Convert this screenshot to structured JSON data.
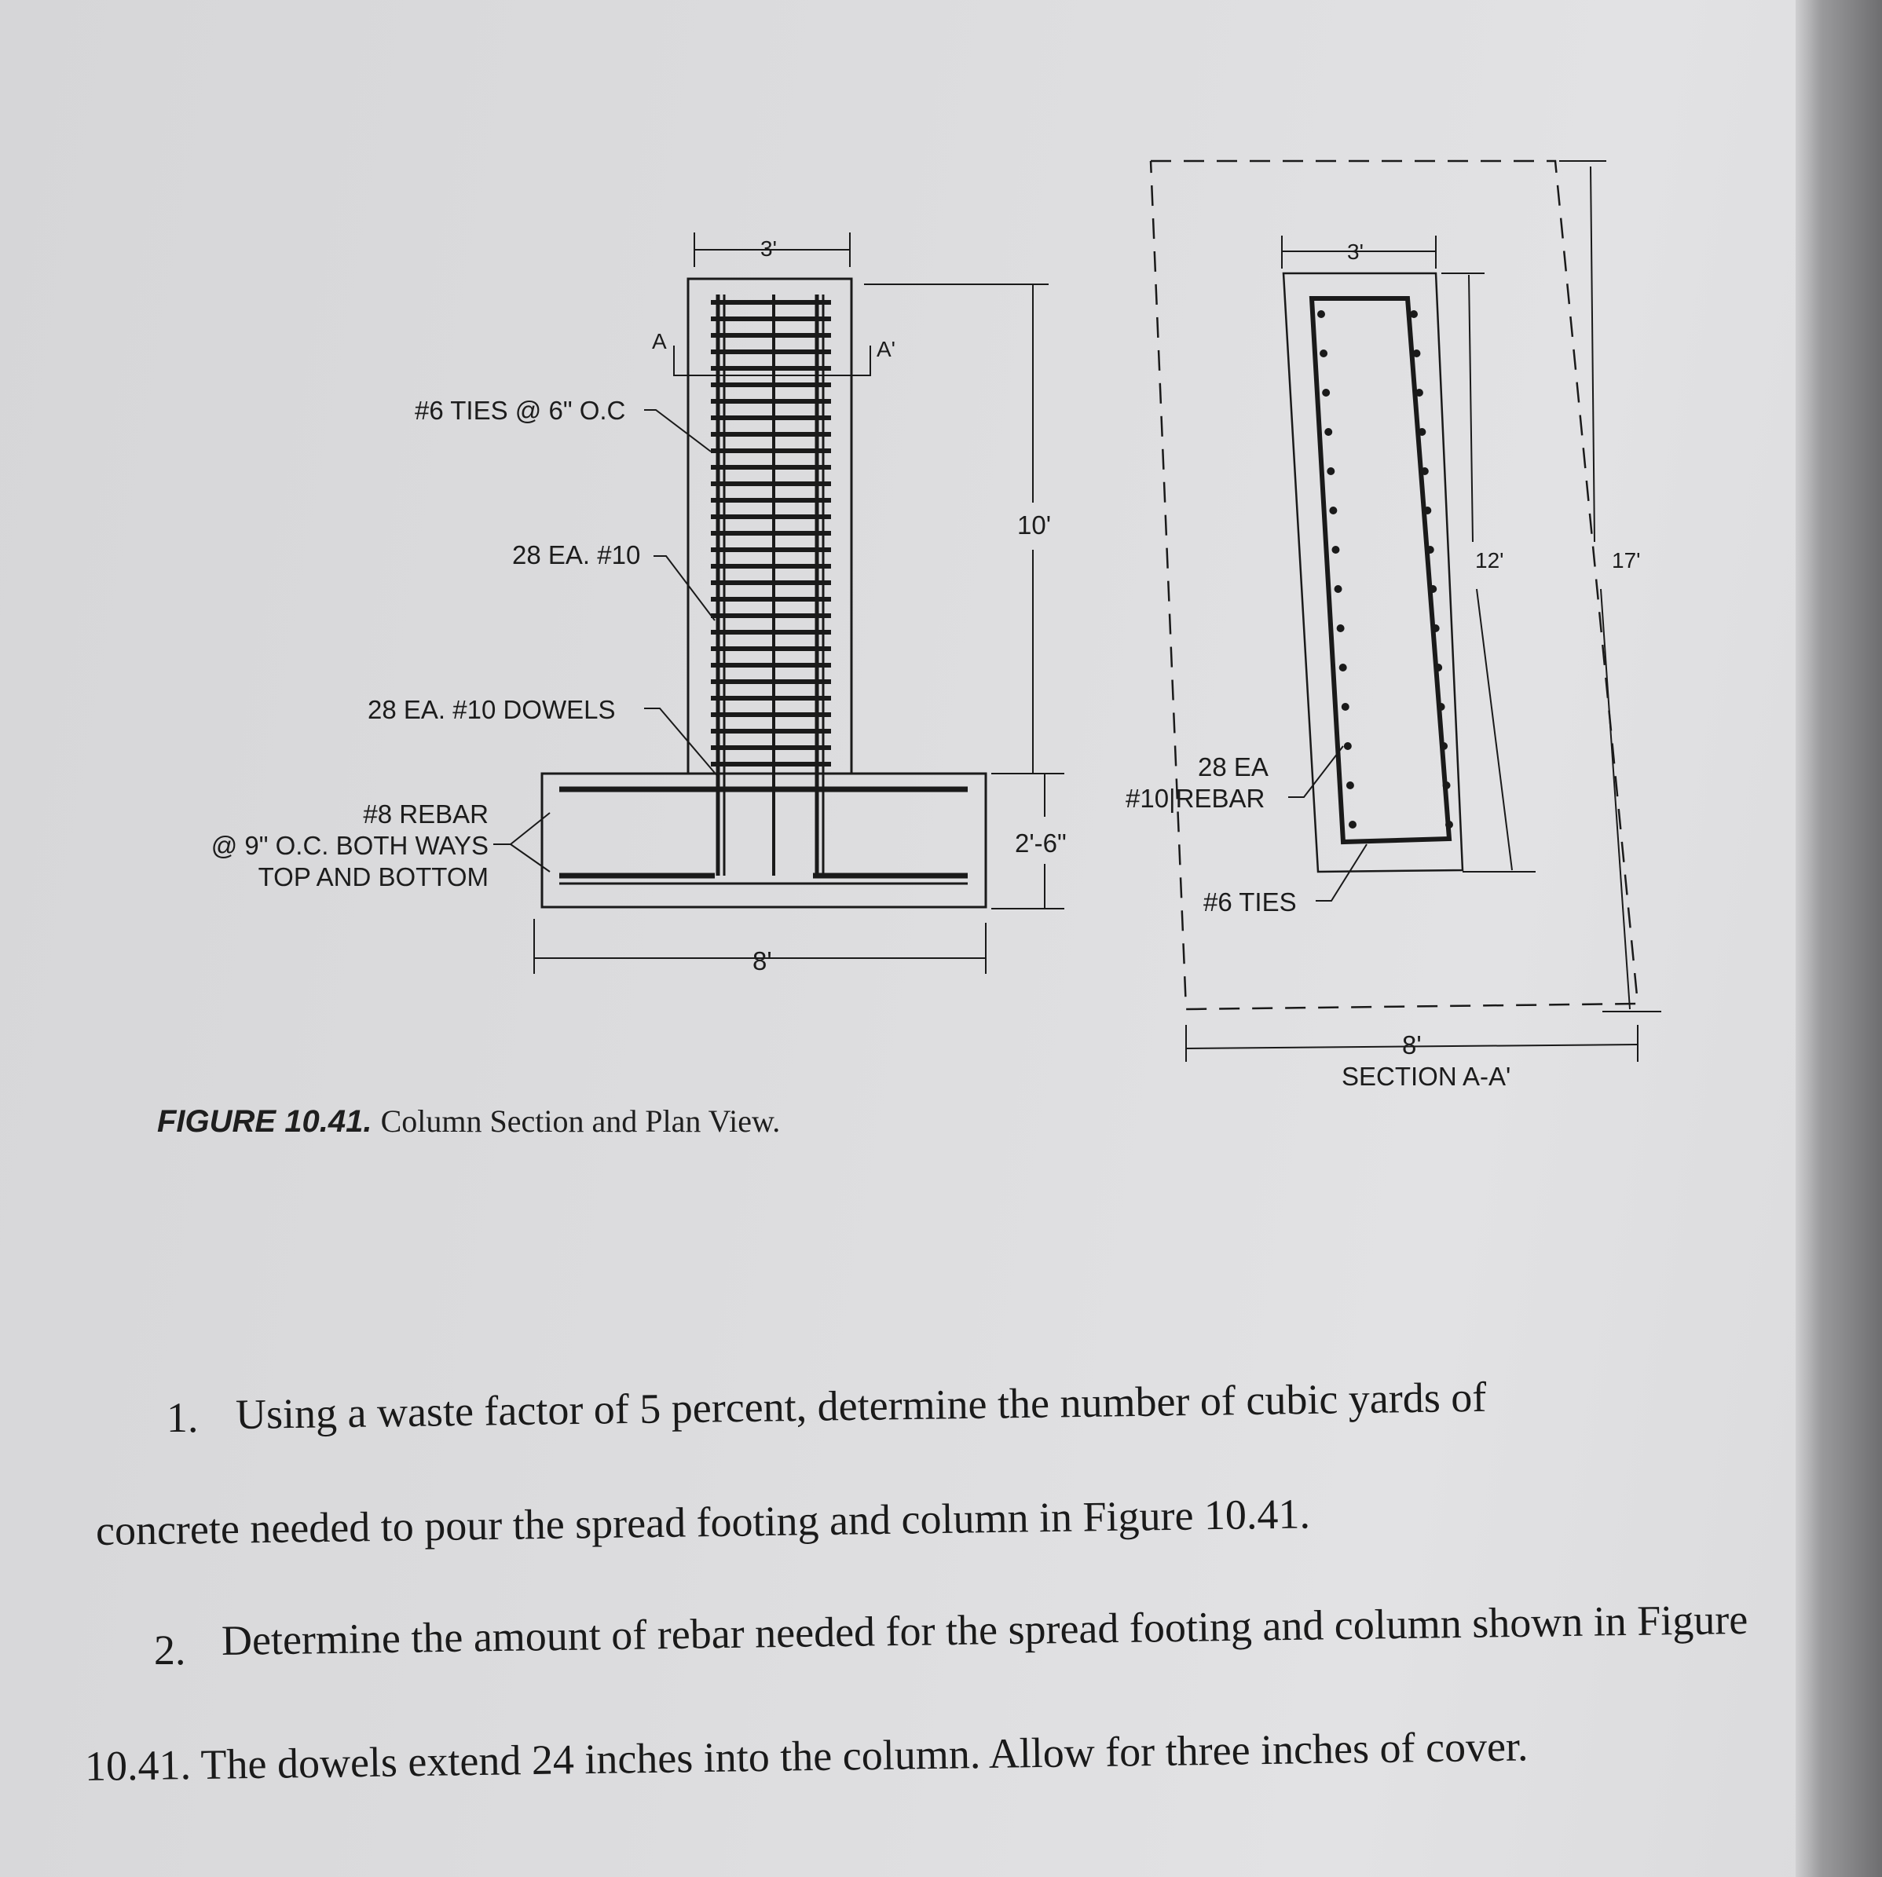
{
  "figure": {
    "elevation": {
      "ties_label": "#6 TIES @ 6\" O.C",
      "bars_label": "28 EA. #10",
      "dowels_label": "28 EA. #10 DOWELS",
      "footing_rebar_line1": "#8 REBAR",
      "footing_rebar_line2": "@ 9\" O.C. BOTH WAYS",
      "footing_rebar_line3": "TOP AND BOTTOM",
      "column_width": "3'",
      "column_height": "10'",
      "footing_depth": "2'-6\"",
      "footing_width": "8'",
      "section_mark_left": "A",
      "section_mark_right": "A'"
    },
    "plan": {
      "column_width": "3'",
      "column_length": "12'",
      "footing_length": "17'",
      "footing_width": "8'",
      "rebar_label_line1": "28 EA",
      "rebar_label_line2": "#10|REBAR",
      "ties_label": "#6 TIES",
      "section_title": "SECTION A-A'"
    },
    "caption_prefix": "FIGURE 10.41.",
    "caption_text": "Column Section and Plan View."
  },
  "questions": {
    "q1_number": "1.",
    "q1_line1": "Using a waste factor of 5 percent, determine the number of cubic yards of",
    "q1_line2": "concrete needed to pour the spread footing and column in Figure 10.41.",
    "q2_number": "2.",
    "q2_line1": "Determine the amount of rebar needed for the spread footing and column shown in Figure",
    "q2_line2": "10.41. The dowels extend 24 inches into the column. Allow for three inches of cover."
  }
}
